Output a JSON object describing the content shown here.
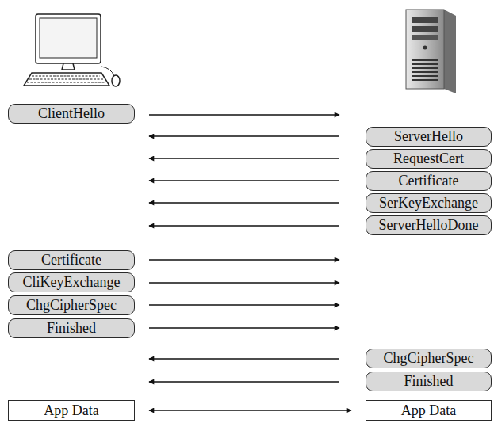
{
  "diagram": {
    "nodes": [
      {
        "text": [
          "ClientHello"
        ]
      },
      {
        "text": [
          "ServerHello"
        ]
      },
      {
        "text": [
          "RequestCert"
        ]
      },
      {
        "text": [
          "Certificate"
        ]
      },
      {
        "text": [
          "SerKeyExchange"
        ]
      },
      {
        "text": [
          "ServerHelloDone"
        ]
      },
      {
        "text": [
          "Certificate"
        ]
      },
      {
        "text": [
          "CliKeyExchange"
        ]
      },
      {
        "text": [
          "ChgCipherSpec"
        ]
      },
      {
        "text": [
          "Finished"
        ]
      },
      {
        "text": [
          "ChgCipherSpec"
        ]
      },
      {
        "text": [
          "Finished"
        ]
      },
      {
        "text": [
          "App Data"
        ]
      },
      {
        "text": [
          "App Data"
        ]
      }
    ],
    "edges": [
      {
        "from": 12,
        "to": 13,
        "arrow": "both"
      }
    ]
  }
}
